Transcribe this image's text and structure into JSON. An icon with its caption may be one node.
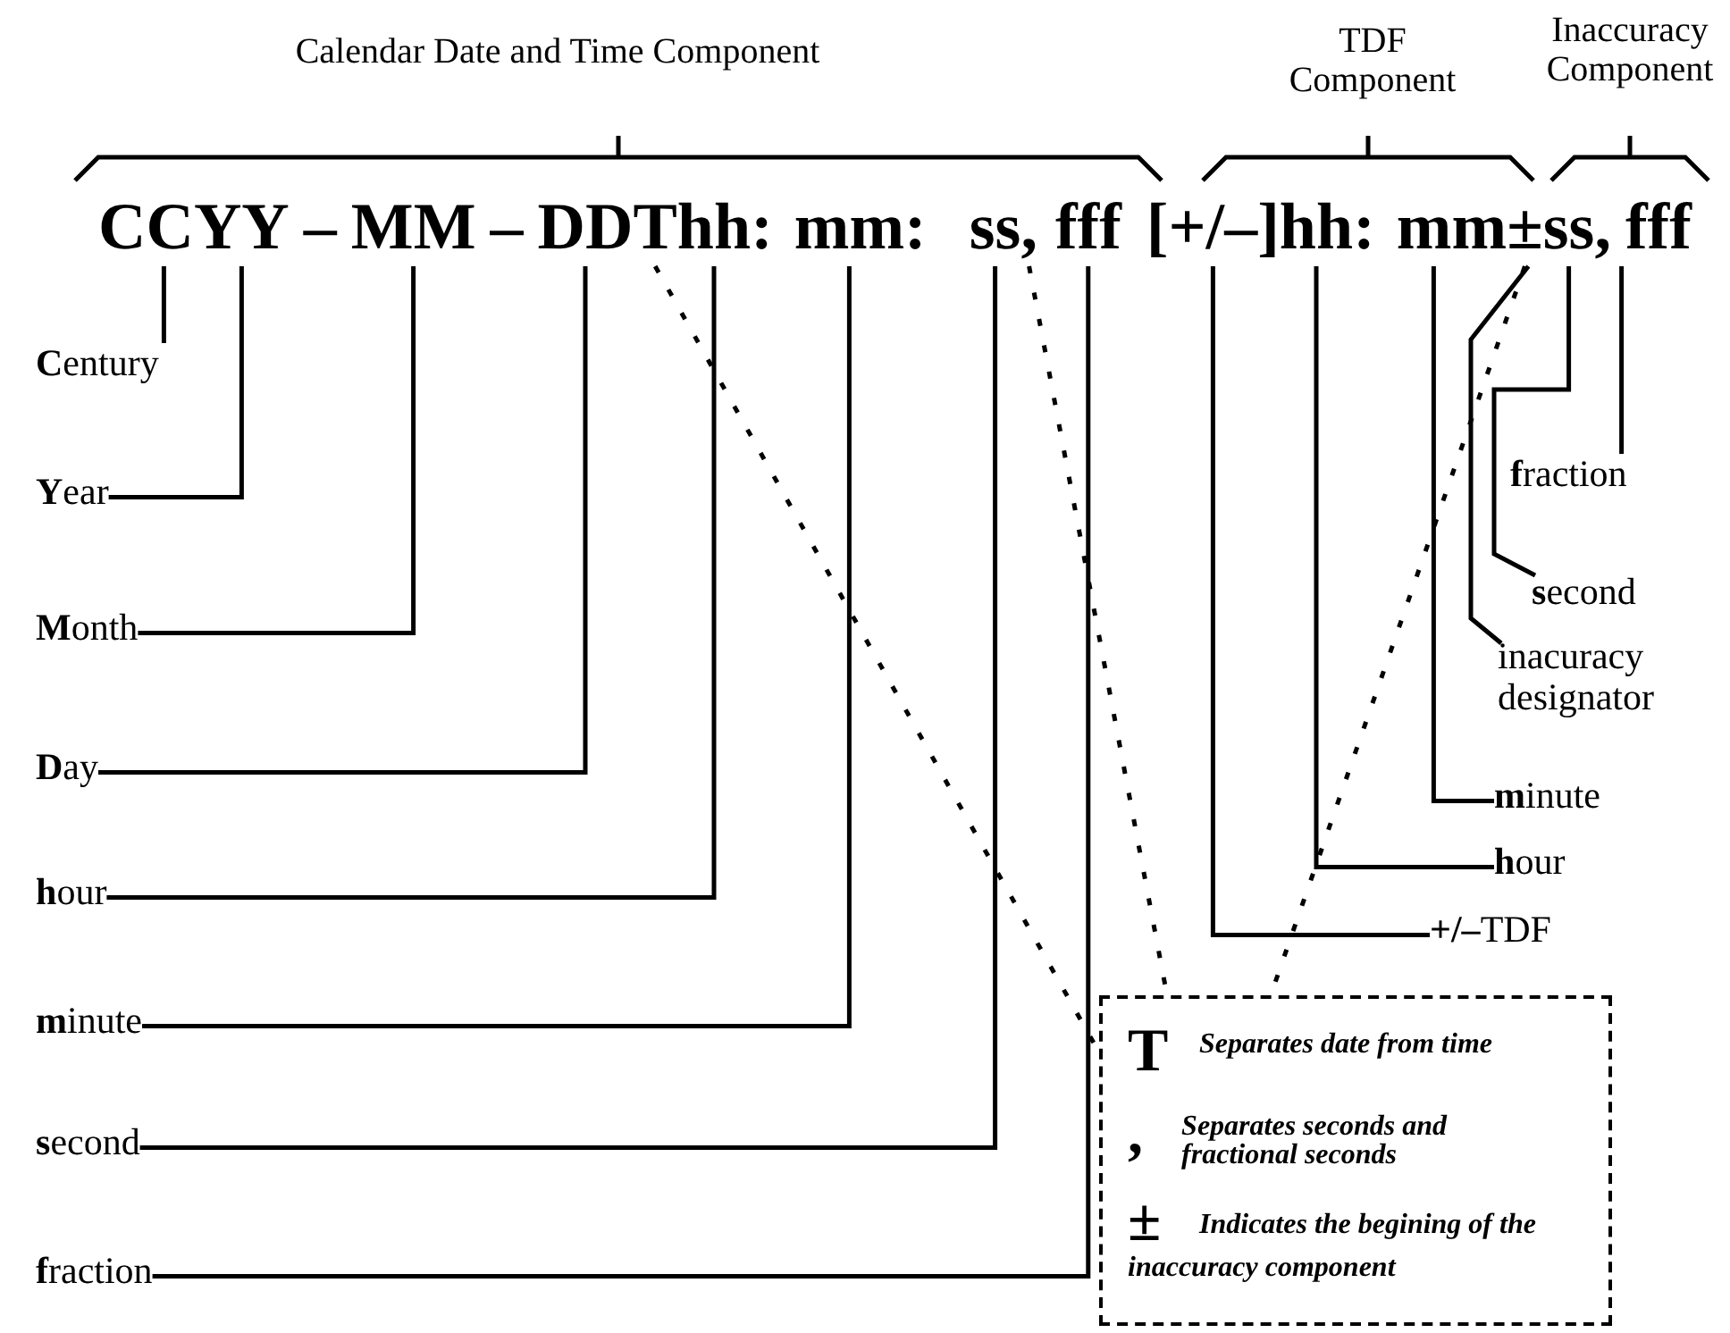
{
  "diagram": {
    "nodes": [
      {
        "text": [
          "CC"
        ]
      },
      {
        "text": [
          "YY"
        ]
      },
      {
        "text": [
          "MM"
        ]
      },
      {
        "text": [
          "DD"
        ]
      },
      {
        "text": [
          "T"
        ]
      },
      {
        "text": [
          "hh"
        ]
      },
      {
        "text": [
          "mm"
        ]
      },
      {
        "text": [
          "ss"
        ]
      },
      {
        "text": [
          ","
        ]
      },
      {
        "text": [
          "fff"
        ]
      },
      {
        "text": [
          "[+/–]"
        ]
      },
      {
        "text": [
          "hh"
        ]
      },
      {
        "text": [
          "mm"
        ]
      },
      {
        "text": [
          "±"
        ]
      },
      {
        "text": [
          "ss"
        ]
      },
      {
        "text": [
          "fff"
        ]
      },
      {
        "text": [
          "**C**entury"
        ]
      },
      {
        "text": [
          "**Y**ear"
        ]
      },
      {
        "text": [
          "**M**onth"
        ]
      },
      {
        "text": [
          "**D**ay"
        ]
      },
      {
        "text": [
          "**h**our"
        ]
      },
      {
        "text": [
          "**m**inute"
        ]
      },
      {
        "text": [
          "**s**econd"
        ]
      },
      {
        "text": [
          "**f**raction"
        ]
      },
      {
        "text": [
          "**f**raction"
        ]
      },
      {
        "text": [
          "**s**econd"
        ]
      },
      {
        "text": [
          "inacuracy designator"
        ]
      },
      {
        "text": [
          "**m**inute"
        ]
      },
      {
        "text": [
          "**h**our"
        ]
      },
      {
        "text": [
          "**+/–**TDF"
        ]
      },
      {
        "text": [],
        "shape": "box"
      },
      {
        "text": [
          "T",
          "Separates date from time"
        ],
        "in": 30
      },
      {
        "text": [
          ",",
          "Separates seconds and fractional seconds"
        ],
        "in": 30
      },
      {
        "text": [
          "±",
          "Indicates the begining of the inaccuracy component"
        ],
        "in": 30
      }
    ],
    "edges": [
      {
        "from": 16,
        "to": 0,
        "arrow": "none"
      },
      {
        "from": 17,
        "to": 1,
        "arrow": "none"
      },
      {
        "from": 18,
        "to": 2,
        "arrow": "none"
      },
      {
        "from": 19,
        "to": 3,
        "arrow": "none"
      },
      {
        "from": 20,
        "to": 5,
        "arrow": "none"
      },
      {
        "from": 21,
        "to": 6,
        "arrow": "none"
      },
      {
        "from": 22,
        "to": 7,
        "arrow": "none"
      },
      {
        "from": 23,
        "to": 9,
        "arrow": "none"
      },
      {
        "from": 24,
        "to": 15,
        "arrow": "none"
      },
      {
        "from": 25,
        "to": 14,
        "arrow": "none"
      },
      {
        "from": 26,
        "to": 13,
        "arrow": "none"
      },
      {
        "from": 27,
        "to": 12,
        "arrow": "none"
      },
      {
        "from": 28,
        "to": 11,
        "arrow": "none"
      },
      {
        "from": 29,
        "to": 10,
        "arrow": "none"
      },
      {
        "from": 4,
        "to": 30,
        "arrow": "none",
        "style": "dashed"
      },
      {
        "from": 8,
        "to": 30,
        "arrow": "none",
        "style": "dashed"
      },
      {
        "from": 13,
        "to": 30,
        "arrow": "none",
        "style": "dashed"
      }
    ],
    "labels": [
      "Calendar Date and Time Component",
      "TDF Component",
      "Inaccuracy Component",
      "–",
      "–",
      ":",
      ":",
      ":",
      ","
    ]
  }
}
